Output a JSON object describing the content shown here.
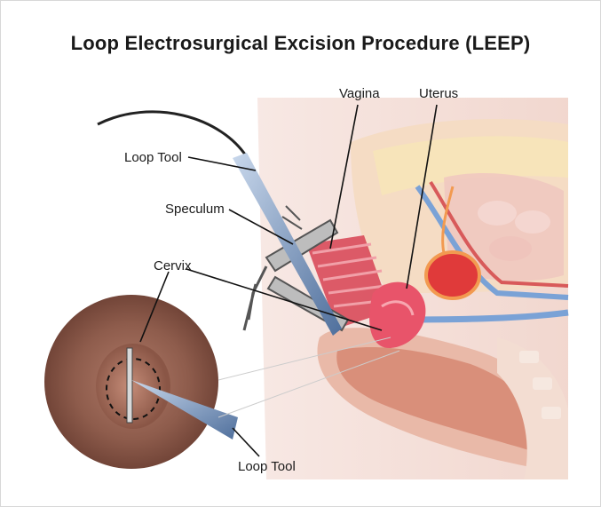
{
  "diagram": {
    "title": "Loop Electrosurgical Excision Procedure (LEEP)",
    "labels": {
      "vagina": "Vagina",
      "uterus": "Uterus",
      "loop_tool_top": "Loop Tool",
      "speculum": "Speculum",
      "cervix": "Cervix",
      "loop_tool_bottom": "Loop Tool"
    },
    "colors": {
      "tissue_pink": "#f2c9c2",
      "tissue_peach": "#f7d9b8",
      "cervix_red": "#e8546a",
      "vagina_red": "#d94a5a",
      "uterus_red": "#e03a3a",
      "vessel_blue": "#7aa2d6",
      "tool_blue": "#8aa9cf",
      "speculum_gray": "#6b6b6b",
      "inset_brown": "#8a5a4a"
    }
  }
}
